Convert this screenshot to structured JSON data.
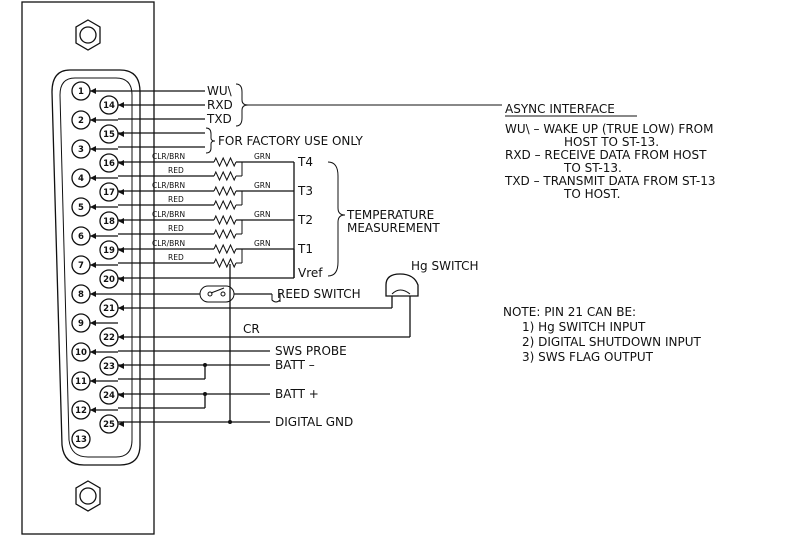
{
  "connector": {
    "pins": [
      "1",
      "2",
      "3",
      "4",
      "5",
      "6",
      "7",
      "8",
      "9",
      "10",
      "11",
      "12",
      "13",
      "14",
      "15",
      "16",
      "17",
      "18",
      "19",
      "20",
      "21",
      "22",
      "23",
      "24",
      "25"
    ]
  },
  "signals": {
    "wu": "WU\\",
    "rxd": "RXD",
    "txd": "TXD",
    "factory": "FOR FACTORY USE ONLY",
    "reed_switch": "REED SWITCH",
    "hg_switch": "Hg SWITCH",
    "cr": "CR",
    "sws_probe": "SWS PROBE",
    "batt_minus": "BATT –",
    "batt_plus": "BATT +",
    "digital_gnd": "DIGITAL GND"
  },
  "thermistors": {
    "clr_brn": "CLR/BRN",
    "red": "RED",
    "grn": "GRN",
    "taps": [
      "T4",
      "T3",
      "T2",
      "T1",
      "Vref"
    ],
    "group_label": [
      "TEMPERATURE",
      "MEASUREMENT"
    ]
  },
  "async": {
    "title": "ASYNC INTERFACE",
    "lines": [
      "WU\\  –  WAKE UP (TRUE LOW) FROM",
      "HOST TO ST-13.",
      "RXD  –  RECEIVE DATA FROM HOST",
      "TO ST-13.",
      "TXD  –  TRANSMIT DATA FROM ST-13",
      "TO HOST."
    ]
  },
  "note": {
    "title": "NOTE:  PIN 21 CAN BE:",
    "items": [
      "1) Hg SWITCH INPUT",
      "2) DIGITAL SHUTDOWN INPUT",
      "3) SWS FLAG OUTPUT"
    ]
  }
}
